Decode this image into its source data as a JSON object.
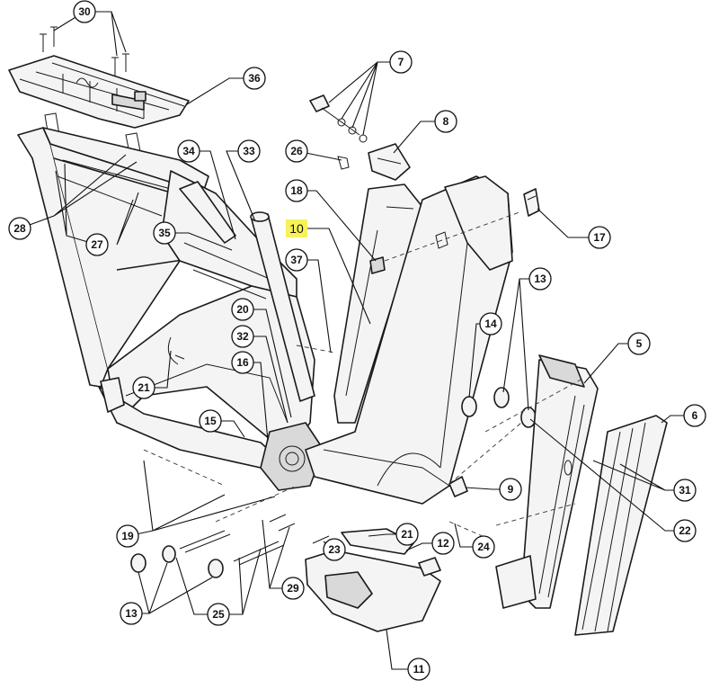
{
  "diagram": {
    "callouts": [
      {
        "id": "c30",
        "label": "30"
      },
      {
        "id": "c7",
        "label": "7"
      },
      {
        "id": "c36",
        "label": "36"
      },
      {
        "id": "c8",
        "label": "8"
      },
      {
        "id": "c34",
        "label": "34"
      },
      {
        "id": "c33",
        "label": "33"
      },
      {
        "id": "c26",
        "label": "26"
      },
      {
        "id": "c18",
        "label": "18"
      },
      {
        "id": "c10",
        "label": "10",
        "highlighted": true
      },
      {
        "id": "c17",
        "label": "17"
      },
      {
        "id": "c28",
        "label": "28"
      },
      {
        "id": "c27",
        "label": "27"
      },
      {
        "id": "c35",
        "label": "35"
      },
      {
        "id": "c37",
        "label": "37"
      },
      {
        "id": "c13a",
        "label": "13"
      },
      {
        "id": "c20",
        "label": "20"
      },
      {
        "id": "c14",
        "label": "14"
      },
      {
        "id": "c32",
        "label": "32"
      },
      {
        "id": "c5",
        "label": "5"
      },
      {
        "id": "c16",
        "label": "16"
      },
      {
        "id": "c21a",
        "label": "21"
      },
      {
        "id": "c6",
        "label": "6"
      },
      {
        "id": "c15",
        "label": "15"
      },
      {
        "id": "c9",
        "label": "9"
      },
      {
        "id": "c31",
        "label": "31"
      },
      {
        "id": "c19",
        "label": "19"
      },
      {
        "id": "c22",
        "label": "22"
      },
      {
        "id": "c21b",
        "label": "21"
      },
      {
        "id": "c12",
        "label": "12"
      },
      {
        "id": "c23",
        "label": "23"
      },
      {
        "id": "c24",
        "label": "24"
      },
      {
        "id": "c29",
        "label": "29"
      },
      {
        "id": "c13b",
        "label": "13"
      },
      {
        "id": "c25",
        "label": "25"
      },
      {
        "id": "c11",
        "label": "11"
      }
    ],
    "highlight_color": "#f7f25a"
  }
}
